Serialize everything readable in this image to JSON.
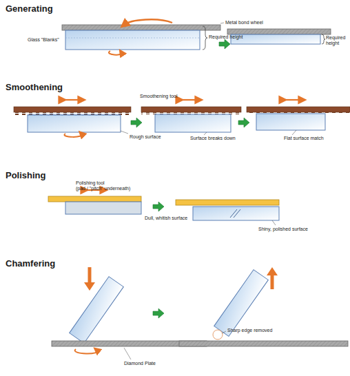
{
  "diagram": {
    "labels": [
      "Generating",
      "Metal bond wheel",
      "Glass \"Blanks\"",
      "Required height",
      "Required height",
      "Smoothening",
      "Smoothening tool",
      "Rough surface",
      "Surface breaks down",
      "Flat surface match",
      "Polishing",
      "Polishing tool",
      "(pad / \"pitch\" underneath)",
      "Dull, whitish surface",
      "Shiny, polished surface",
      "Chamfering",
      "Sharp edge removed",
      "Diamond Plate"
    ]
  }
}
